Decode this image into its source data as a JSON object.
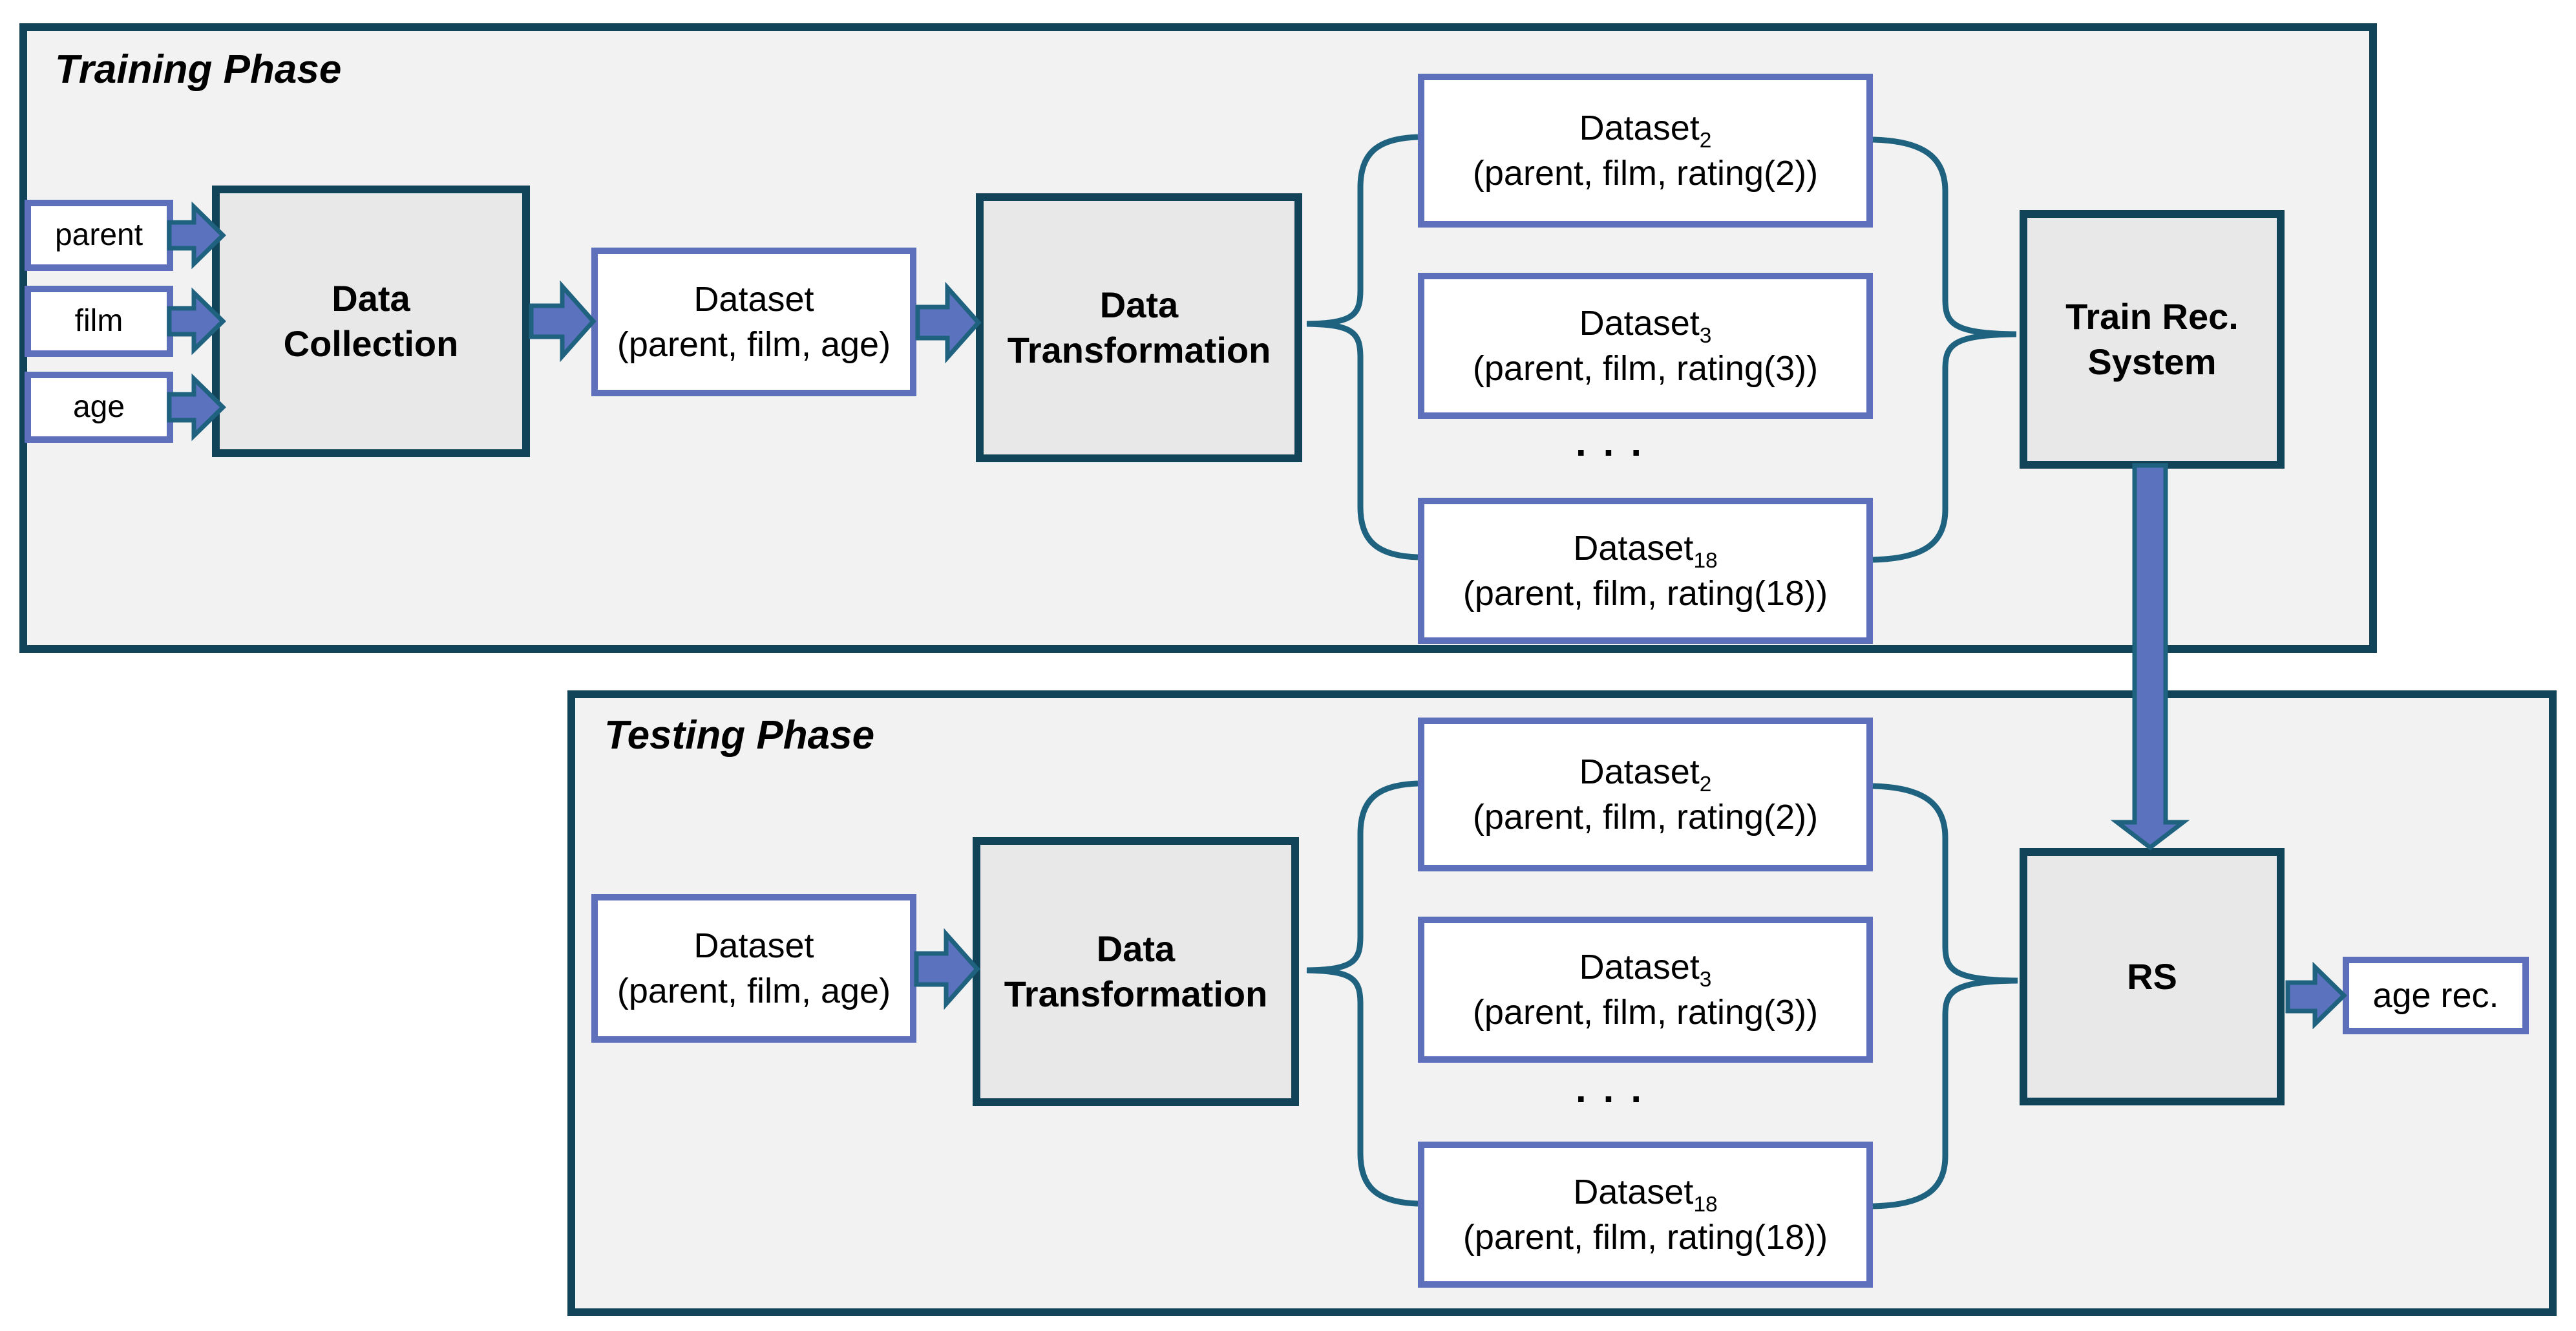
{
  "colors": {
    "container_fill": "#F2F2F2",
    "container_border": "#114459",
    "process_fill": "#E8E8E8",
    "data_fill": "#FFFFFF",
    "data_border": "#5E6FBC",
    "arrow_fill": "#5B73BE",
    "arrow_stroke": "#1F627F",
    "brace_stroke": "#1F627F",
    "text": "#000000"
  },
  "training": {
    "title": "Training Phase",
    "inputs": [
      "parent",
      "film",
      "age"
    ],
    "data_collection_label": "Data Collection",
    "dataset_label": "Dataset",
    "dataset_detail": "(parent, film, age)",
    "data_transformation_label": "Data Transformation",
    "datasets": [
      {
        "name": "Dataset",
        "sub": "2",
        "detail": "(parent, film, rating(2))"
      },
      {
        "name": "Dataset",
        "sub": "3",
        "detail": "(parent, film, rating(3))"
      },
      {
        "name": "Dataset",
        "sub": "18",
        "detail": "(parent, film, rating(18))"
      }
    ],
    "ellipsis": "...",
    "train_rec_label": "Train Rec. System"
  },
  "testing": {
    "title": "Testing Phase",
    "dataset_label": "Dataset",
    "dataset_detail": "(parent, film, age)",
    "data_transformation_label": "Data Transformation",
    "datasets": [
      {
        "name": "Dataset",
        "sub": "2",
        "detail": "(parent, film, rating(2))"
      },
      {
        "name": "Dataset",
        "sub": "3",
        "detail": "(parent, film, rating(3))"
      },
      {
        "name": "Dataset",
        "sub": "18",
        "detail": "(parent, film, rating(18))"
      }
    ],
    "ellipsis": "...",
    "rs_label": "RS",
    "output_label": "age rec."
  }
}
